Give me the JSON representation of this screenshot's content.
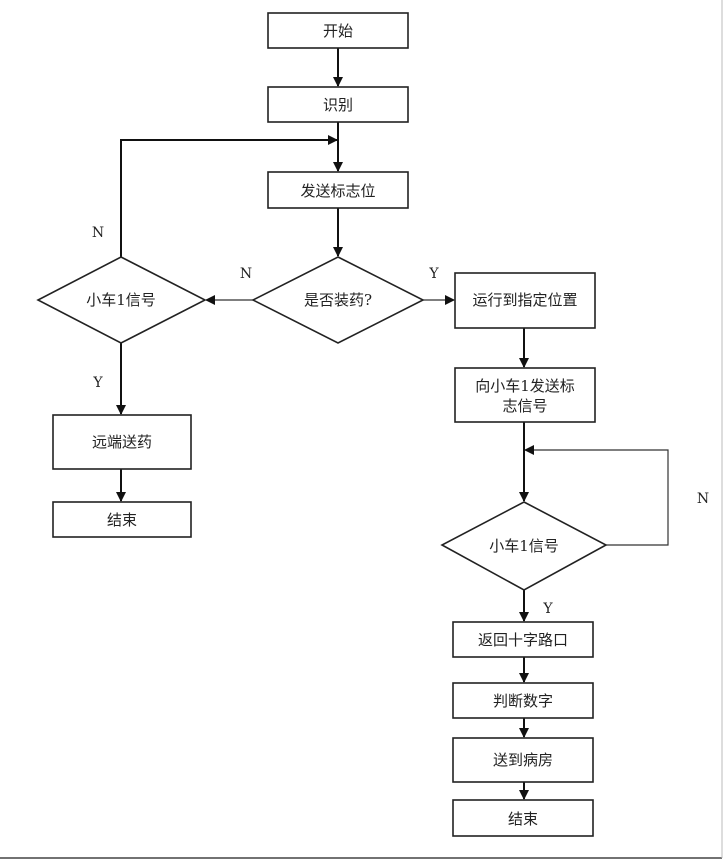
{
  "nodes": {
    "start": "开始",
    "recognize": "识别",
    "send_flag": "发送标志位",
    "loaded_decision": "是否装药?",
    "left_signal_decision": "小车1信号",
    "remote_delivery": "远端送药",
    "left_end": "结束",
    "go_to_position": "运行到指定位置",
    "send_signal_line1": "向小车1发送标",
    "send_signal_line2": "志信号",
    "right_signal_decision": "小车1信号",
    "return_crossroad": "返回十字路口",
    "judge_number": "判断数字",
    "deliver_ward": "送到病房",
    "right_end": "结束"
  },
  "labels": {
    "left_loop_no": "N",
    "loaded_no": "N",
    "loaded_yes": "Y",
    "left_signal_yes": "Y",
    "right_loop_no": "N",
    "right_signal_yes": "Y"
  }
}
